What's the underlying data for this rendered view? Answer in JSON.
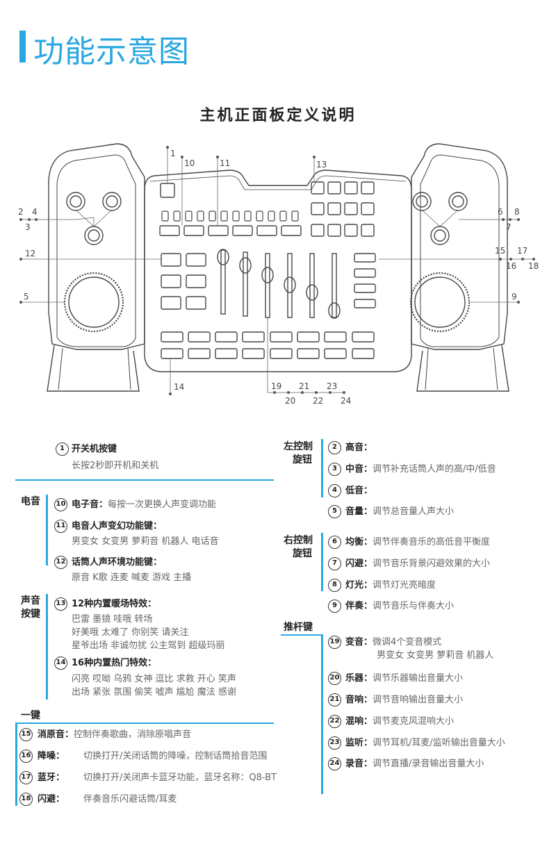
{
  "header": {
    "title": "功能示意图"
  },
  "panel_title": "主机正面板定义说明",
  "callouts": [
    "1",
    "10",
    "11",
    "13",
    "2",
    "4",
    "3",
    "6",
    "8",
    "7",
    "12",
    "15",
    "17",
    "16",
    "18",
    "5",
    "9",
    "14",
    "19",
    "21",
    "23",
    "20",
    "22",
    "24"
  ],
  "left_items": {
    "i1": {
      "num": "1",
      "key": "开关机按键",
      "desc": "长按2秒即开机和关机"
    },
    "cat_voice": "电音",
    "i10": {
      "num": "10",
      "key": "电子音：",
      "desc": "每按一次更换人声变调功能"
    },
    "i11": {
      "num": "11",
      "key": "电音人声变幻功能键：",
      "desc": "男变女 女变男 萝莉音 机器人 电话音"
    },
    "i12": {
      "num": "12",
      "key": "话筒人声环境功能键：",
      "desc": "原音 K歌 连麦 喊麦 游戏 主播"
    },
    "cat_sound": "声音",
    "cat_key": "按键",
    "i13": {
      "num": "13",
      "key": "12种内置暖场特效：",
      "l1": "巴雷 墨镜 哇哦 转场",
      "l2": "好美哦 太难了 你别笑 请关注",
      "l3": "星爷出场 非诚勿扰 公主驾到 超级玛丽"
    },
    "i14": {
      "num": "14",
      "key": "16种内置热门特效：",
      "l1": "闪亮 哎呦 乌鸦 女神 逗比 求救 开心 笑声",
      "l2": "出场 紧张 氛围 偷笑 嘘声 尴尬 魔法 感谢"
    },
    "cat_onekey": "一键",
    "i15": {
      "num": "15",
      "key": "消原音：",
      "desc": "控制伴奏歌曲，消除原唱声音"
    },
    "i16": {
      "num": "16",
      "key": "降噪：",
      "desc": "切换打开/关闭话筒的降噪，控制话筒拾音范围"
    },
    "i17": {
      "num": "17",
      "key": "蓝牙：",
      "desc": "切换打开/关闭声卡蓝牙功能，蓝牙名称：Q8-BT"
    },
    "i18": {
      "num": "18",
      "key": "闪避：",
      "desc": "伴奏音乐闪避话筒/耳麦"
    }
  },
  "right_items": {
    "cat_left1": "左控制",
    "cat_left2": "旋钮",
    "i2": {
      "num": "2",
      "key": "高音：",
      "desc": ""
    },
    "i3": {
      "num": "3",
      "key": "中音：",
      "desc": "调节补充话筒人声的高/中/低音"
    },
    "i4": {
      "num": "4",
      "key": "低音：",
      "desc": ""
    },
    "i5": {
      "num": "5",
      "key": "音量：",
      "desc": "调节总音量人声大小"
    },
    "cat_right1": "右控制",
    "cat_right2": "旋钮",
    "i6": {
      "num": "6",
      "key": "均衡：",
      "desc": "调节伴奏音乐的高低音平衡度"
    },
    "i7": {
      "num": "7",
      "key": "闪避：",
      "desc": "调节音乐背景闪避效果的大小"
    },
    "i8": {
      "num": "8",
      "key": "灯光：",
      "desc": "调节灯光亮暗度"
    },
    "i9": {
      "num": "9",
      "key": "伴奏：",
      "desc": "调节音乐与伴奏大小"
    },
    "cat_fader": "推杆键",
    "i19": {
      "num": "19",
      "key": "变音：",
      "desc": "微调4个变音模式",
      "l2": "男变女 女变男 萝莉音 机器人"
    },
    "i20": {
      "num": "20",
      "key": "乐器：",
      "desc": "调节乐器输出音量大小"
    },
    "i21": {
      "num": "21",
      "key": "音响：",
      "desc": "调节音响输出音量大小"
    },
    "i22": {
      "num": "22",
      "key": "混响：",
      "desc": "调节麦克风混响大小"
    },
    "i23": {
      "num": "23",
      "key": "监听：",
      "desc": "调节耳机/耳麦/监听输出音量大小"
    },
    "i24": {
      "num": "24",
      "key": "录音：",
      "desc": "调节直播/录音输出音量大小"
    }
  }
}
